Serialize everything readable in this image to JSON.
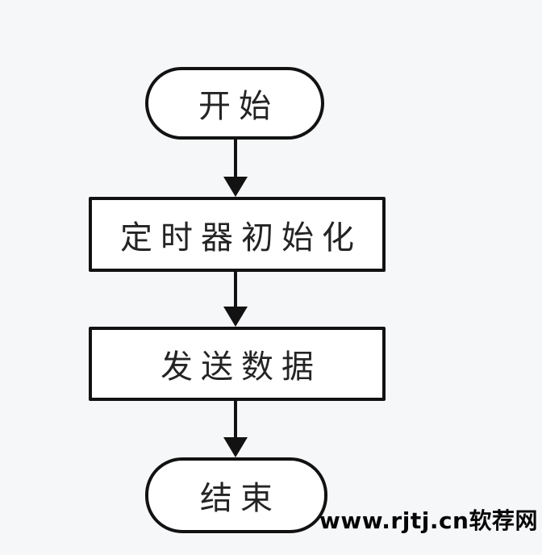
{
  "flowchart": {
    "type": "vertical-flow",
    "nodes": [
      {
        "id": "start",
        "shape": "terminator",
        "label": "开始"
      },
      {
        "id": "init",
        "shape": "process",
        "label": "定时器初始化"
      },
      {
        "id": "send",
        "shape": "process",
        "label": "发送数据"
      },
      {
        "id": "end",
        "shape": "terminator",
        "label": "结束"
      }
    ],
    "connections": [
      {
        "from": "start",
        "to": "init",
        "style": "arrow-down"
      },
      {
        "from": "init",
        "to": "send",
        "style": "arrow-down"
      },
      {
        "from": "send",
        "to": "end",
        "style": "arrow-down"
      }
    ]
  },
  "watermark": {
    "text": "www.rjtj.cn软荐网"
  },
  "colors": {
    "background": "#f6f7f9",
    "node_fill": "#ffffff",
    "stroke": "#121212",
    "text": "#242424",
    "watermark": "#060606"
  }
}
